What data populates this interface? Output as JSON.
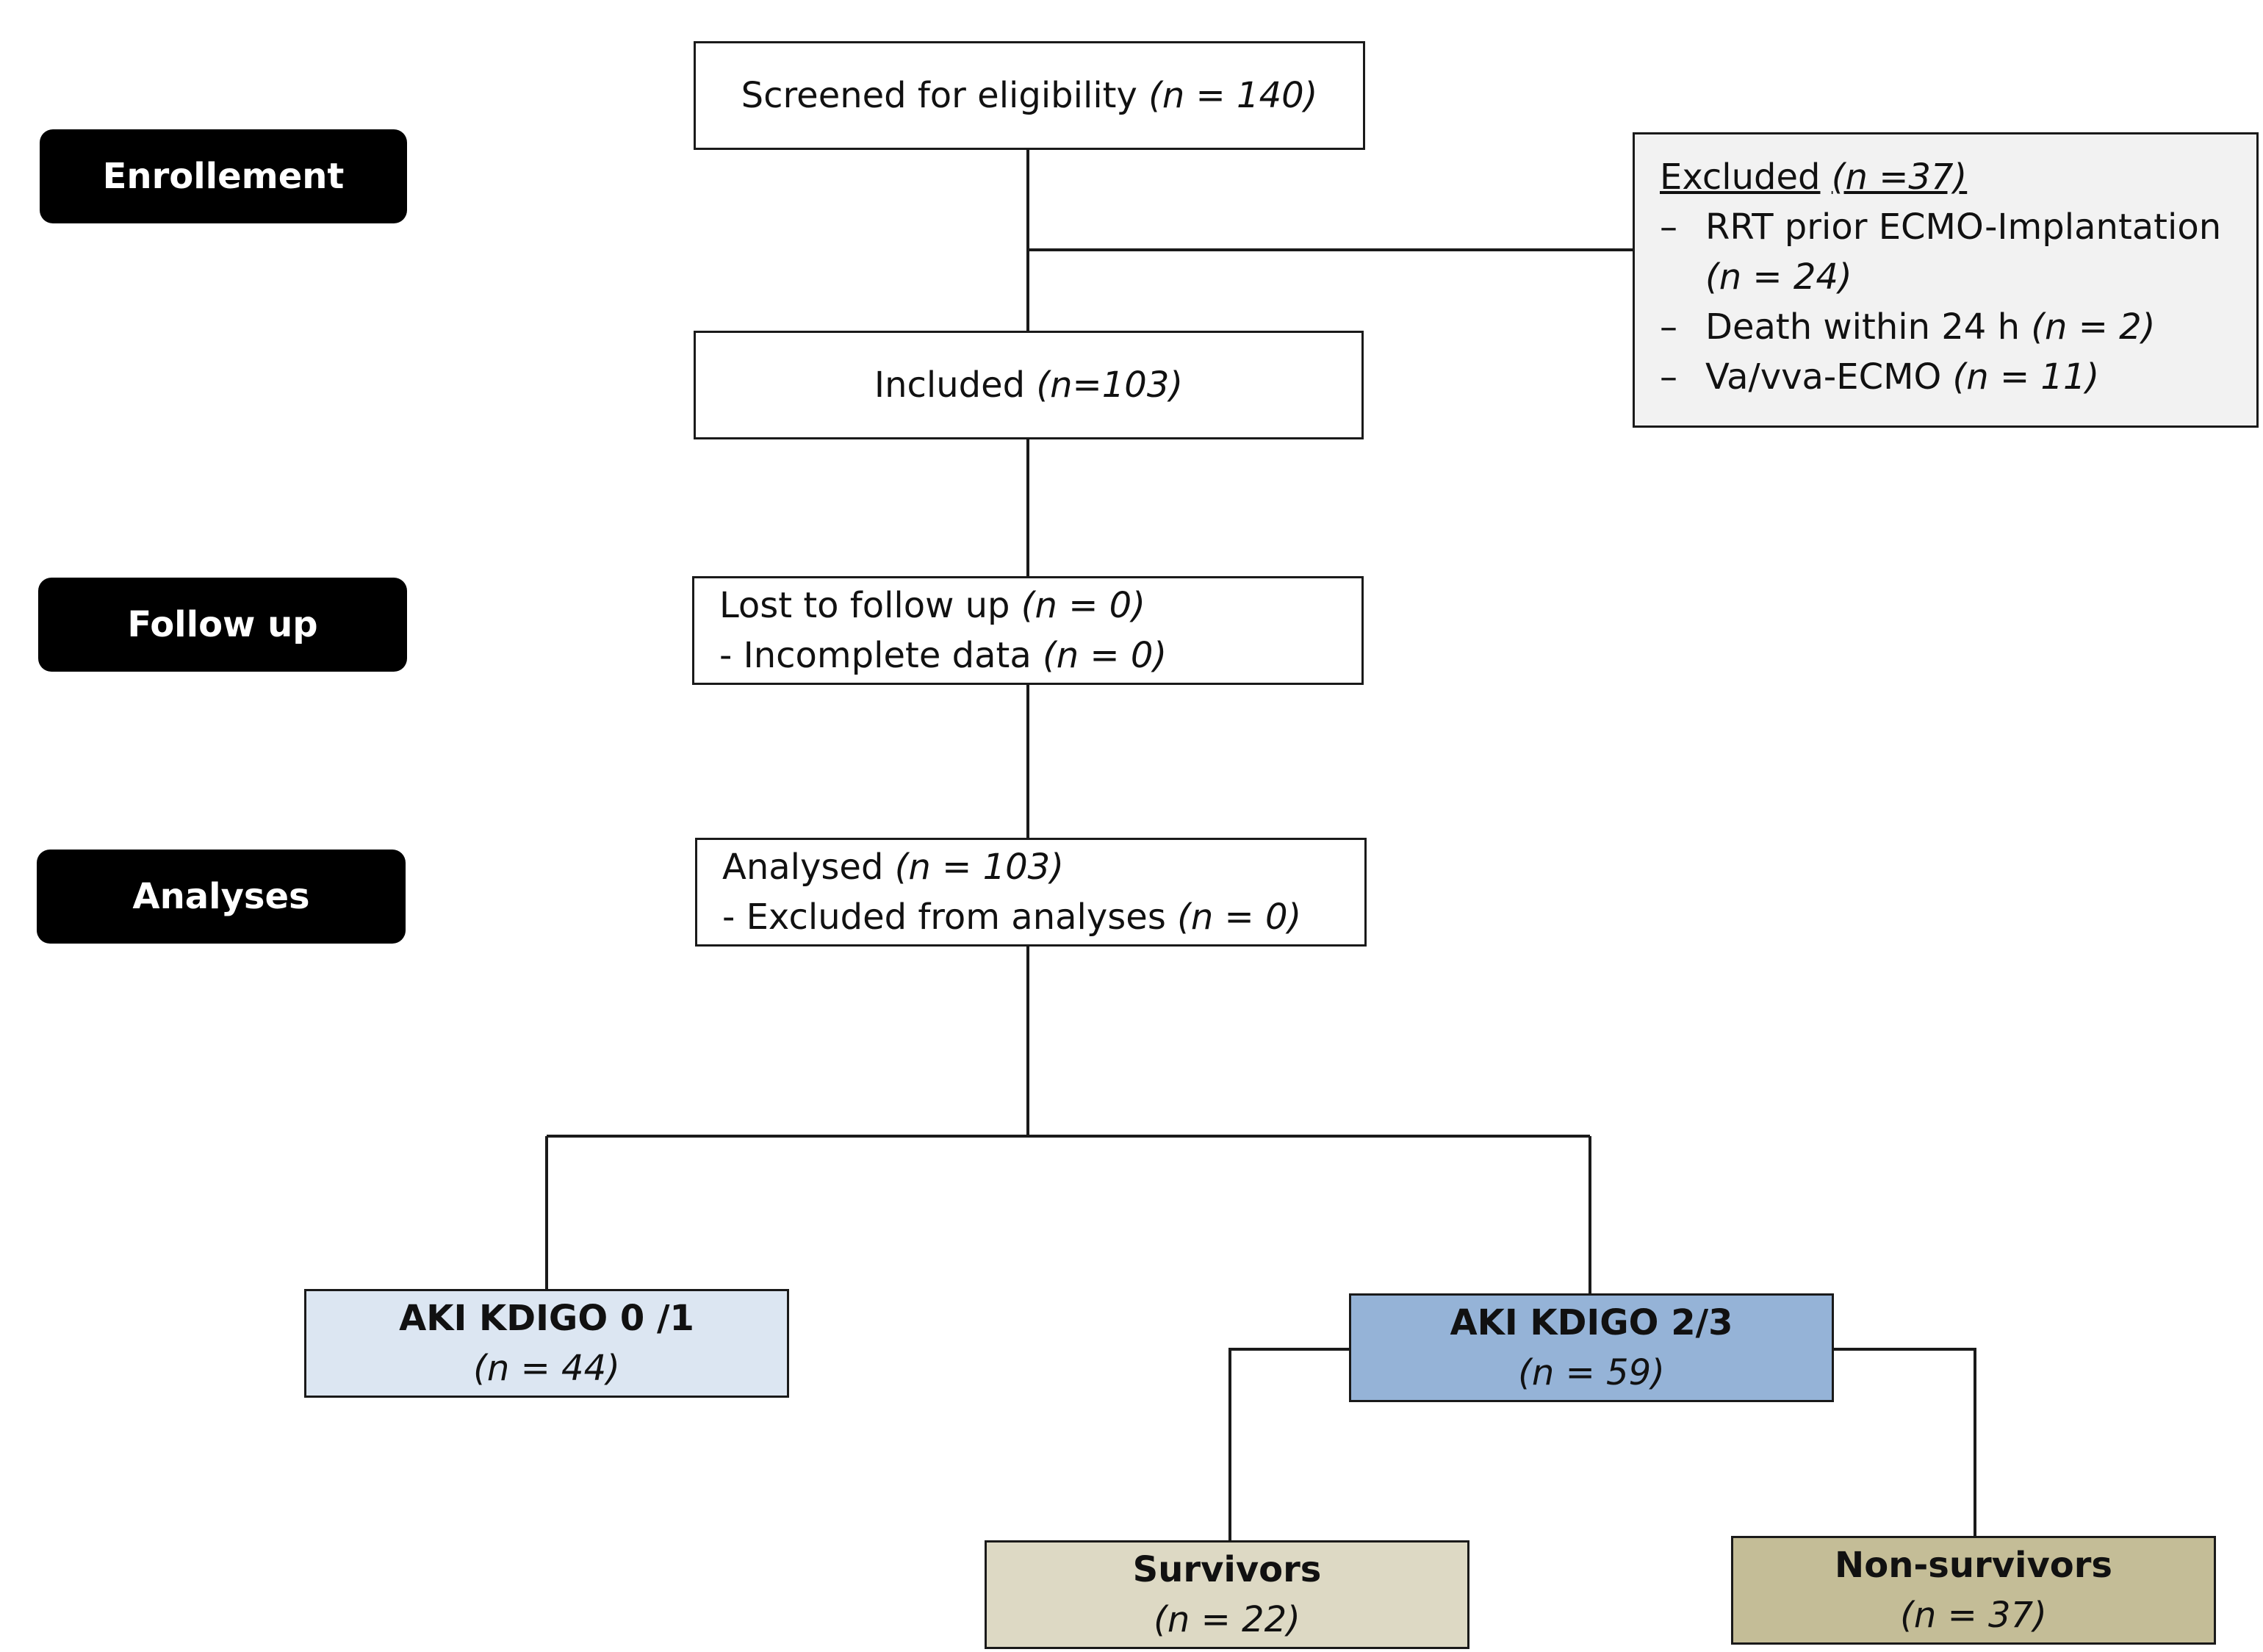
{
  "stages": {
    "enrollment": "Enrollement",
    "follow_up": "Follow up",
    "analyses": "Analyses"
  },
  "screened": {
    "label": "Screened for eligibility",
    "n": "(n = 140)"
  },
  "excluded": {
    "label": "Excluded",
    "n": "(n =37)",
    "items": [
      {
        "dash": "–",
        "label": "RRT prior ECMO-Implantation",
        "n": "(n = 24)"
      },
      {
        "dash": "–",
        "label": "Death within 24 h",
        "n": "(n = 2)"
      },
      {
        "dash": "–",
        "label": "Va/vva-ECMO",
        "n": "(n = 11)"
      }
    ]
  },
  "included": {
    "label": "Included",
    "n": "(n=103)"
  },
  "lost": {
    "label": "Lost to follow up",
    "n": "(n = 0)",
    "sub_label": "- Incomplete data",
    "sub_n": "(n = 0)"
  },
  "analysed": {
    "label": "Analysed",
    "n": "(n = 103)",
    "sub_label": "- Excluded from analyses",
    "sub_n": "(n = 0)"
  },
  "aki01": {
    "label": "AKI KDIGO 0 /1",
    "n": "(n = 44)"
  },
  "aki23": {
    "label": "AKI KDIGO 2/3",
    "n": "(n = 59)"
  },
  "survivors": {
    "label": "Survivors",
    "n": "(n = 22)"
  },
  "non_survivors": {
    "label": "Non-survivors",
    "n": "(n = 37)"
  },
  "colors": {
    "stage_fill": "#000000",
    "aki01_fill": "#dce6f2",
    "aki23_fill": "#95b3d7",
    "survivors_fill": "#ddd9c4",
    "non_survivors_fill": "#c4bd97",
    "excluded_fill": "#f2f2f2"
  }
}
